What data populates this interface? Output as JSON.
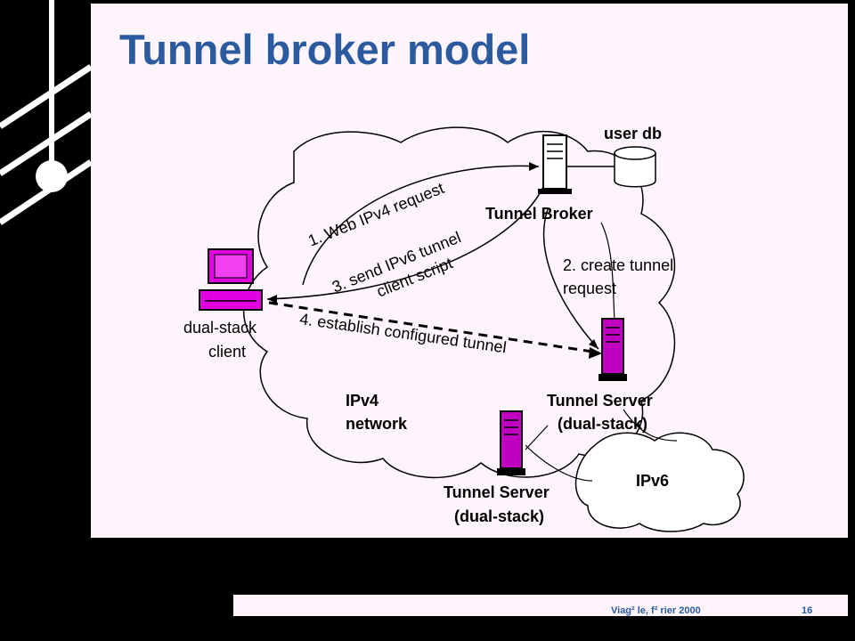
{
  "slide": {
    "title": "Tunnel broker model",
    "footer": "Viag² le, f² rier 2000",
    "page_number": "16"
  },
  "diagram": {
    "nodes": {
      "user_db": "user db",
      "tunnel_broker": "Tunnel Broker",
      "client_line1": "dual-stack",
      "client_line2": "client",
      "ts1_line1": "Tunnel Server",
      "ts1_line2": "(dual-stack)",
      "ts2_line1": "Tunnel Server",
      "ts2_line2": "(dual-stack)",
      "ipv4_line1": "IPv4",
      "ipv4_line2": "network",
      "ipv6": "IPv6"
    },
    "steps": {
      "step1": "1. Web IPv4 request",
      "step2_line1": "2. create tunnel",
      "step2_line2": "request",
      "step3_line1": "3. send IPv6 tunnel",
      "step3_line2": "client script",
      "step4": "4. establish configured tunnel"
    },
    "colors": {
      "client": "#e000e0",
      "server": "#d000c8",
      "title": "#2b5a9e"
    }
  }
}
